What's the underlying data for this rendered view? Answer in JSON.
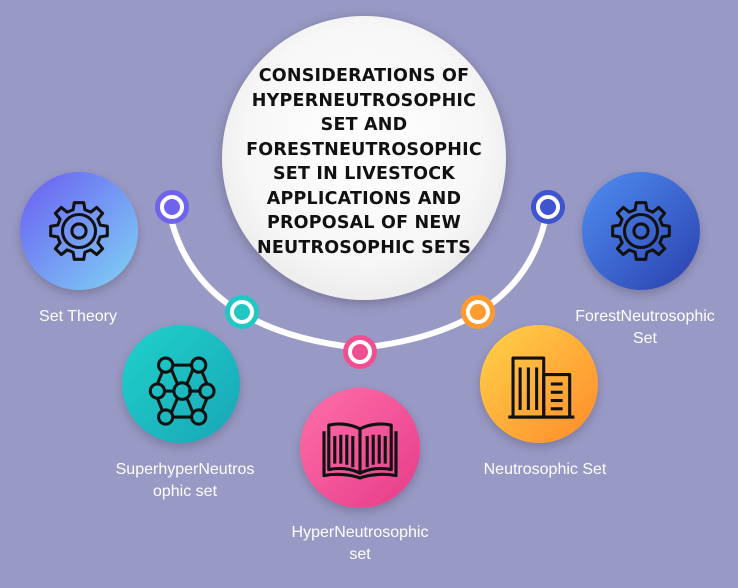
{
  "title": "CONSIDERATIONS OF HYPERNEUTROSOPHIC SET AND FORESTNEUTROSOPHIC SET IN LIVESTOCK APPLICATIONS AND PROPOSAL OF NEW NEUTROSOPHIC SETS",
  "title_lines": [
    "CONSIDERATIONS OF",
    "HYPERNEUTROSOPHIC",
    "SET AND",
    "FORESTNEUTROSOPHIC",
    "SET IN LIVESTOCK",
    "APPLICATIONS AND",
    "PROPOSAL OF NEW",
    "NEUTROSOPHIC SETS"
  ],
  "nodes": [
    {
      "label": "Set Theory",
      "label_lines": [
        "Set Theory"
      ],
      "icon": "gear-icon",
      "colors": [
        "#6a5cf2",
        "#7fd4f4"
      ]
    },
    {
      "label": "SuperhyperNeutrosophic set",
      "label_lines": [
        "SuperhyperNeutros",
        "ophic set"
      ],
      "icon": "network-icon",
      "colors": [
        "#1fd1c9",
        "#19a6b8"
      ]
    },
    {
      "label": "HyperNeutrosophic set",
      "label_lines": [
        "HyperNeutrosophic",
        "set"
      ],
      "icon": "book-icon",
      "colors": [
        "#ff6fa8",
        "#e63b8a"
      ]
    },
    {
      "label": "Neutrosophic Set",
      "label_lines": [
        "Neutrosophic Set"
      ],
      "icon": "buildings-icon",
      "colors": [
        "#ffd34a",
        "#ff8a2a"
      ]
    },
    {
      "label": "ForestNeutrosophic Set",
      "label_lines": [
        "ForestNeutrosophic",
        "Set"
      ],
      "icon": "gear-icon",
      "colors": [
        "#4f8ff2",
        "#2a3fae"
      ]
    }
  ],
  "connector_colors": [
    "#6f63ee",
    "#22c7c4",
    "#f0508f",
    "#ff9a2e",
    "#3f54cf"
  ],
  "background": "#9999c6"
}
